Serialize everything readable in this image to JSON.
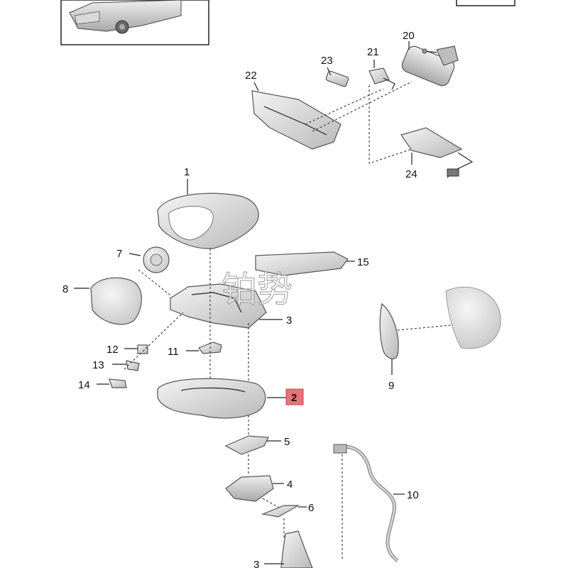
{
  "callouts": {
    "n1": "1",
    "n2": "2",
    "n3a": "3",
    "n3b": "3",
    "n4": "4",
    "n5": "5",
    "n6": "6",
    "n7": "7",
    "n8": "8",
    "n9": "9",
    "n10": "10",
    "n11": "11",
    "n12": "12",
    "n13": "13",
    "n14": "14",
    "n15": "15",
    "n20": "20",
    "n21": "21",
    "n22": "22",
    "n23": "23",
    "n24": "24"
  },
  "highlight": {
    "part": "2",
    "color": "#e8737a"
  },
  "watermark": {
    "text": "铂势"
  }
}
